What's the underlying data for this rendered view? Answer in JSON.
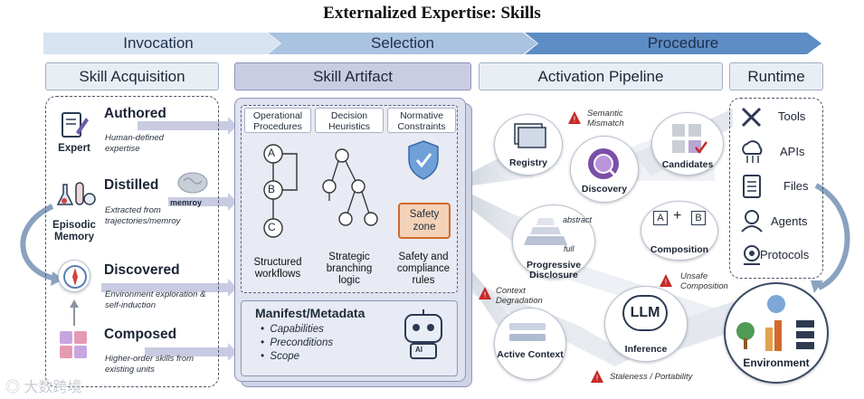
{
  "title": "Externalized Expertise: Skills",
  "phases": [
    "Invocation",
    "Selection",
    "Procedure"
  ],
  "headers": {
    "acquisition": "Skill Acquisition",
    "artifact": "Skill Artifact",
    "pipeline": "Activation Pipeline",
    "runtime": "Runtime"
  },
  "acquisition": {
    "authored": {
      "title": "Authored",
      "desc": "Human-defined expertise",
      "icon_label": "Expert"
    },
    "distilled": {
      "title": "Distilled",
      "desc": "Extracted from trajectories/memroy",
      "icon_label": "Episodic Memory",
      "arrow_label": "memroy"
    },
    "discovered": {
      "title": "Discovered",
      "desc": "Environment exploration & self-induction"
    },
    "composed": {
      "title": "Composed",
      "desc": "Higher-order skills from existing units"
    }
  },
  "artifact": {
    "columns": [
      {
        "header": "Operational Procedures",
        "label": "Structured workflows"
      },
      {
        "header": "Decision Heuristics",
        "label": "Strategic branching logic"
      },
      {
        "header": "Normative Constraints",
        "label": "Safety and compliance rules",
        "badge": "Safety zone"
      }
    ],
    "flow_nodes": [
      "A",
      "B",
      "C"
    ],
    "manifest": {
      "title": "Manifest/Metadata",
      "items": [
        "Capabilities",
        "Preconditions",
        "Scope"
      ],
      "robot_tag": "AI"
    }
  },
  "pipeline": {
    "registry": "Registry",
    "discovery": "Discovery",
    "candidates": "Candidates",
    "progressive": "Progressive Disclosure",
    "abstract": "abstract",
    "full": "full",
    "composition": "Composition",
    "comp_a": "A",
    "comp_plus": "+",
    "comp_b": "B",
    "active_context": "Active Context",
    "inference": "Inference",
    "llm": "LLM",
    "warnings": {
      "semantic": "Semantic Mismatch",
      "unsafe": "Unsafe Composition",
      "context": "Context Degradation",
      "staleness": "Staleness / Portability"
    }
  },
  "runtime": {
    "items": [
      "Tools",
      "APIs",
      "Files",
      "Agents",
      "Protocols"
    ],
    "environment": "Environment"
  },
  "watermark": "大数跨境",
  "colors": {
    "phase_arrow": "#8fb1d6",
    "artifact_header": "#c9cde3",
    "warning": "#c62828",
    "discovery": "#7a4fa8"
  }
}
